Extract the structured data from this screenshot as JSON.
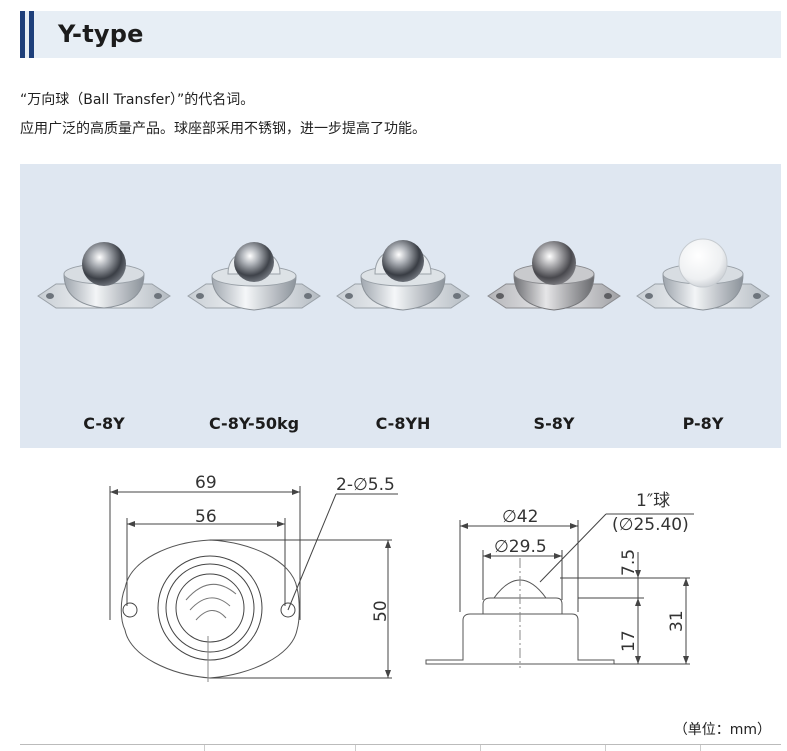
{
  "header": {
    "title": "Y-type"
  },
  "description": {
    "line1": "“万向球（Ball Transfer）”的代名词。",
    "line2": "应用广泛的高质量产品。球座部采用不锈钢，进一步提高了功能。"
  },
  "products": [
    {
      "label": "C-8Y",
      "ball": "steel"
    },
    {
      "label": "C-8Y-50kg",
      "ball": "steel"
    },
    {
      "label": "C-8YH",
      "ball": "steel"
    },
    {
      "label": "S-8Y",
      "ball": "stainless"
    },
    {
      "label": "P-8Y",
      "ball": "white"
    }
  ],
  "drawing": {
    "top_view": {
      "width_outer": "69",
      "width_inner": "56",
      "holes": "2-∅5.5",
      "height": "50"
    },
    "side_view": {
      "dia_base": "∅42",
      "dia_top": "∅29.5",
      "ball_label": "1″球",
      "ball_dia": "(∅25.40)",
      "ball_protrusion": "7.5",
      "height_total": "31",
      "height_body": "17"
    }
  },
  "unit_note": "（单位：mm）"
}
